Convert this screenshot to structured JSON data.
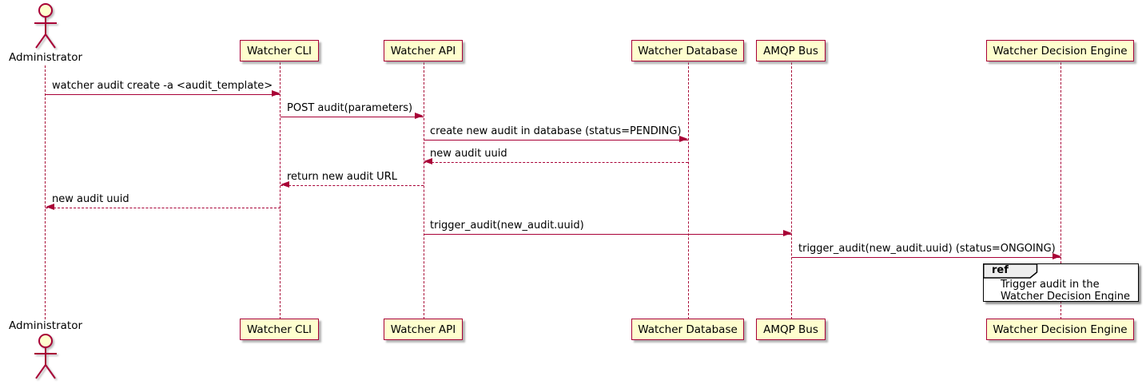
{
  "diagram_type": "uml-sequence",
  "actor": {
    "name": "Administrator"
  },
  "participants": [
    {
      "label": "Watcher CLI"
    },
    {
      "label": "Watcher API"
    },
    {
      "label": "Watcher Database"
    },
    {
      "label": "AMQP Bus"
    },
    {
      "label": "Watcher Decision Engine"
    }
  ],
  "messages": [
    {
      "label": "watcher audit create -a <audit_template>",
      "from": "Administrator",
      "to": "Watcher CLI",
      "line": "solid",
      "direction": "right"
    },
    {
      "label": "POST audit(parameters)",
      "from": "Watcher CLI",
      "to": "Watcher API",
      "line": "solid",
      "direction": "right"
    },
    {
      "label": "create new audit in database (status=PENDING)",
      "from": "Watcher API",
      "to": "Watcher Database",
      "line": "solid",
      "direction": "right"
    },
    {
      "label": "new audit uuid",
      "from": "Watcher Database",
      "to": "Watcher API",
      "line": "dashed",
      "direction": "left"
    },
    {
      "label": "return new audit URL",
      "from": "Watcher API",
      "to": "Watcher CLI",
      "line": "dashed",
      "direction": "left"
    },
    {
      "label": "new audit uuid",
      "from": "Watcher CLI",
      "to": "Administrator",
      "line": "dashed",
      "direction": "left"
    },
    {
      "label": "trigger_audit(new_audit.uuid)",
      "from": "Watcher API",
      "to": "AMQP Bus",
      "line": "solid",
      "direction": "right"
    },
    {
      "label": "trigger_audit(new_audit.uuid) (status=ONGOING)",
      "from": "AMQP Bus",
      "to": "Watcher Decision Engine",
      "line": "solid",
      "direction": "right"
    }
  ],
  "ref": {
    "tag": "ref",
    "lines": [
      "Trigger audit in the",
      "Watcher Decision Engine"
    ]
  },
  "colors": {
    "participant_fill": "#FEFECE",
    "border": "#A80036",
    "arrow": "#A80036",
    "lifeline": "#A80036",
    "text": "#000000",
    "ref_header_fill": "#EEEEEE",
    "ref_border": "#000000"
  }
}
